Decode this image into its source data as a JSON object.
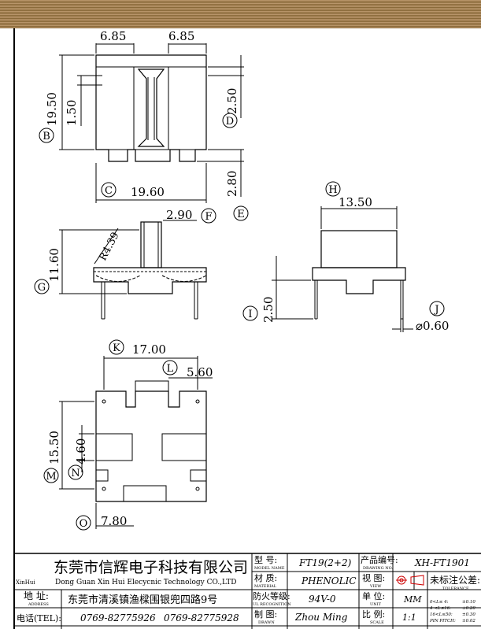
{
  "dimensions": {
    "top_left_width": "6.85",
    "top_right_width": "6.85",
    "total_height": "19.50",
    "inner_offset": "1.50",
    "right_offset": "2.50",
    "pin_extension": "2.80",
    "total_width": "19.60",
    "pin_width": "2.90",
    "side_height": "11.60",
    "radius": "R4.39",
    "right_width": "13.50",
    "pin_length": "2.50",
    "pin_diameter": "⌀0.60",
    "bottom_width": "17.00",
    "slot_width": "5.60",
    "bottom_height": "15.50",
    "slot_height": "4.60",
    "bottom_offset": "7.80"
  },
  "markers": {
    "B": "B",
    "C": "C",
    "D": "D",
    "E": "E",
    "F": "F",
    "G": "G",
    "H": "H",
    "I": "I",
    "J": "J",
    "K": "K",
    "L": "L",
    "M": "M",
    "N": "N",
    "O": "O"
  },
  "title_block": {
    "company_cn": "东莞市信辉电子科技有限公司",
    "company_en_prefix": "XinHui",
    "company_en": "Dong Guan Xin Hui Elecycnic Technology CO.,LTD",
    "address_label_cn": "地  址:",
    "address_label_en": "ADDRESS",
    "address": "东莞市清溪镇渔樑围银兜四路9号",
    "tel_label": "电话(TEL):",
    "tel1": "0769-82775926",
    "tel2": "0769-82775928",
    "model_label_cn": "型  号:",
    "model_label_en": "MODEL NAME",
    "model_value": "FT19(2+2)",
    "material_label_cn": "材  质:",
    "material_label_en": "MATERIAL",
    "material_value": "PHENOLIC",
    "flame_label_cn": "防火等级:",
    "flame_label_en": "UL RECOGNITION",
    "flame_value": "94V-0",
    "drawn_label_cn": "制  图:",
    "drawn_label_en": "DRAWN",
    "drawn_value": "Zhou Ming",
    "code_label_cn": "产品编号:",
    "code_label_en": "DRAWING NO.",
    "code_value": "XH-FT1901",
    "view_label_cn": "视  图:",
    "view_label_en": "VIEW",
    "tolerance_label_cn": "未标注公差:",
    "tolerance_label_en": "TOLERANCE",
    "unit_label_cn": "单  位:",
    "unit_label_en": "UNIT",
    "unit_value": "MM",
    "scale_label_cn": "比  例:",
    "scale_label_en": "SCALE",
    "scale_value": "1:1",
    "tolerances": [
      {
        "range": "0<L≤ 4:",
        "value": "±0.10"
      },
      {
        "range": "4 <L≤16:",
        "value": "±0.20"
      },
      {
        "range": "16<L≤50:",
        "value": "±0.30"
      },
      {
        "range": "PIN PITCH:",
        "value": "±0.02"
      }
    ]
  }
}
